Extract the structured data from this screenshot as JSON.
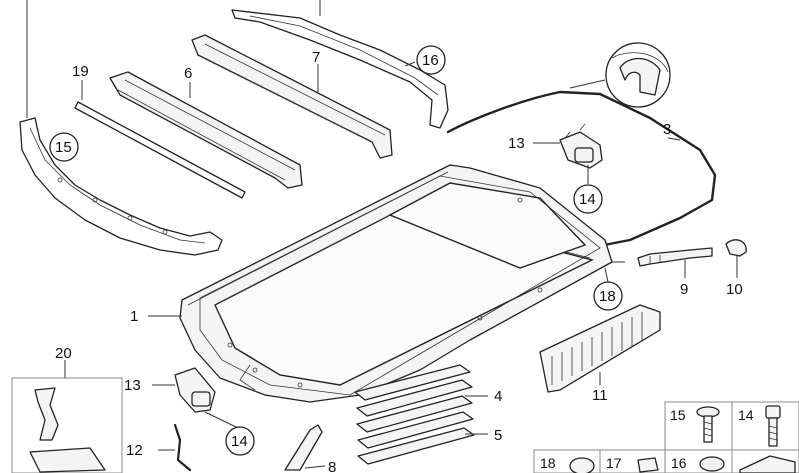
{
  "diagram": {
    "labels": {
      "c1": "1",
      "c3": "3",
      "c4": "4",
      "c5": "5",
      "c6": "6",
      "c7": "7",
      "c8": "8",
      "c9": "9",
      "c10": "10",
      "c11": "11",
      "c12": "12",
      "c13a": "13",
      "c13b": "13",
      "c14a": "14",
      "c14b": "14",
      "c15": "15",
      "c16": "16",
      "c18": "18",
      "c19": "19",
      "c20": "20"
    },
    "legend": {
      "l15": "15",
      "l14": "14",
      "l18": "18",
      "l17": "17",
      "l16": "16"
    }
  }
}
